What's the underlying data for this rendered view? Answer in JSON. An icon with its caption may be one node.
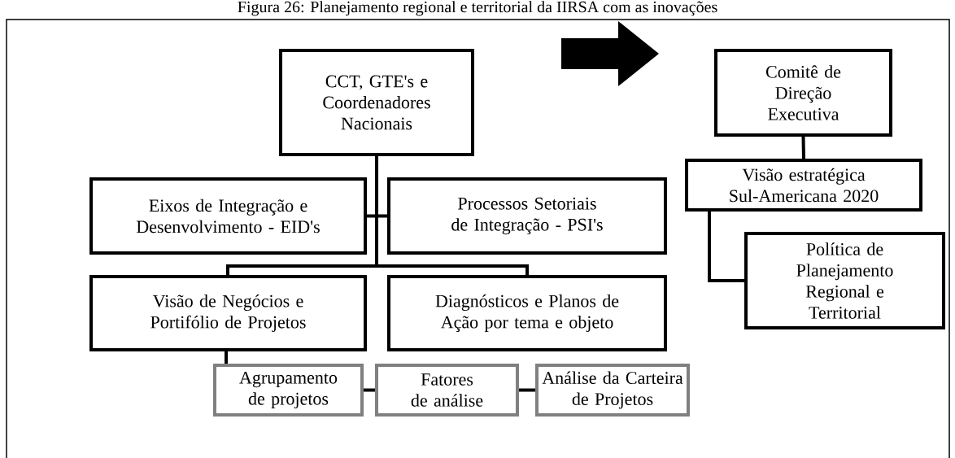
{
  "diagram": {
    "title": "Figura 26: Planejamento regional e territorial da IIRSA com as inovações",
    "nodes": [
      {
        "text": [
          "CCT, GTE's e Coordenadores Nacionais"
        ]
      },
      {
        "text": [
          "Eixos de Integração e Desenvolvimento - EID's"
        ]
      },
      {
        "text": [
          "Processos Setoriais de Integração - PSI's"
        ]
      },
      {
        "text": [
          "Visão de Negócios e Portifólio de Projetos"
        ]
      },
      {
        "text": [
          "Diagnósticos e Planos de Ação por tema e objeto"
        ]
      },
      {
        "text": [
          "Agrupamento de projetos"
        ]
      },
      {
        "text": [
          "Fatores de análise"
        ]
      },
      {
        "text": [
          "Análise da Carteira de Projetos"
        ]
      },
      {
        "text": [
          "Comitê de Direção Executiva"
        ]
      },
      {
        "text": [
          "Visão estratégica Sul-Americana 2020"
        ]
      },
      {
        "text": [
          "Política de Planejamento Regional e Territorial"
        ]
      }
    ],
    "edges": [
      {
        "from": 0,
        "to": 1,
        "arrow": "none"
      },
      {
        "from": 0,
        "to": 2,
        "arrow": "none"
      },
      {
        "from": 0,
        "to": 3,
        "arrow": "none"
      },
      {
        "from": 0,
        "to": 4,
        "arrow": "none"
      },
      {
        "from": 3,
        "to": 5,
        "arrow": "none"
      },
      {
        "from": 5,
        "to": 6,
        "arrow": "none"
      },
      {
        "from": 6,
        "to": 7,
        "arrow": "none"
      },
      {
        "from": 8,
        "to": 9,
        "arrow": "none"
      },
      {
        "from": 9,
        "to": 10,
        "arrow": "none"
      }
    ]
  }
}
